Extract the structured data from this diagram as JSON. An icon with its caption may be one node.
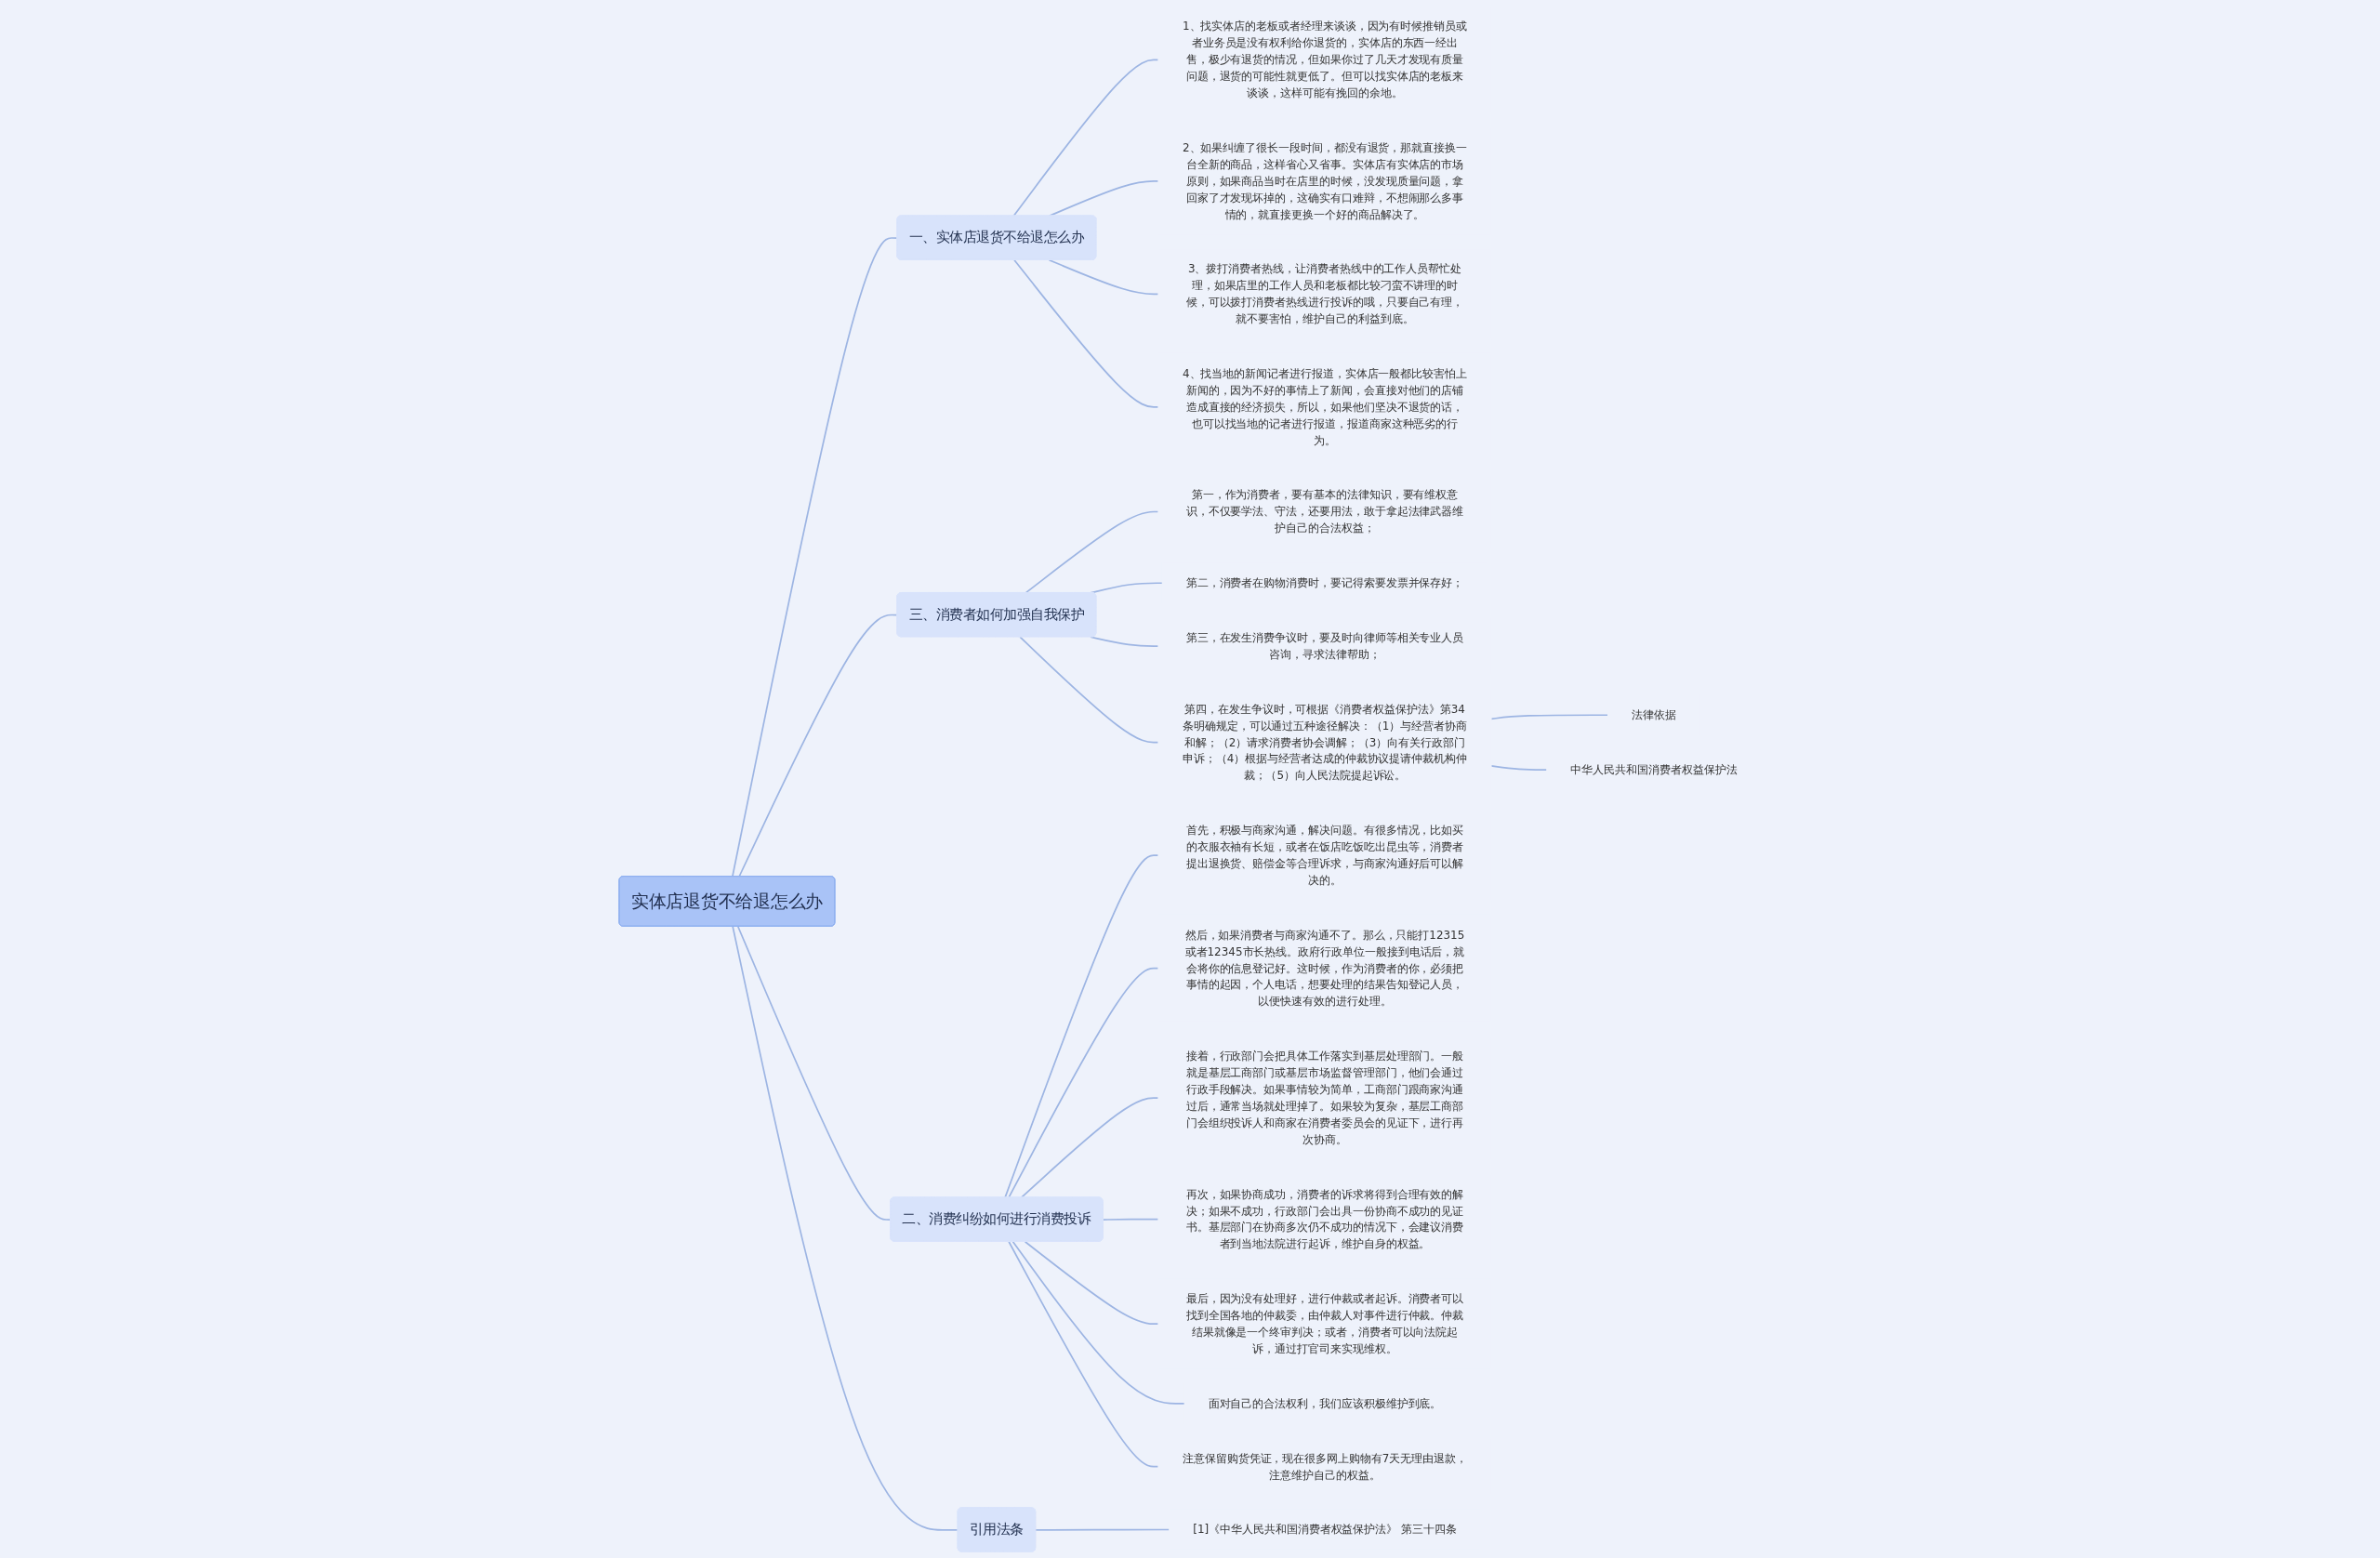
{
  "diagram": {
    "nodes": [
      {
        "text": [
          "实体店退货不给退怎么办"
        ]
      },
      {
        "text": [
          "一、实体店退货不给退怎么办"
        ]
      },
      {
        "text": [
          "1、找实体店的老板或者经理来谈谈，因为有时候推销员或者业务员是没有权利给你退货的，实体店的东西一经出售，极少有退货的情况，但如果你过了几天才发现有质量问题，退货的可能性就更低了。但可以找实体店的老板来谈谈，这样可能有挽回的余地。"
        ]
      },
      {
        "text": [
          "2、如果纠缠了很长一段时间，都没有退货，那就直接换一台全新的商品，这样省心又省事。实体店有实体店的市场原则，如果商品当时在店里的时候，没发现质量问题，拿回家了才发现坏掉的，这确实有口难辩，不想闹那么多事情的，就直接更换一个好的商品解决了。"
        ]
      },
      {
        "text": [
          "3、拨打消费者热线，让消费者热线中的工作人员帮忙处理，如果店里的工作人员和老板都比较刁蛮不讲理的时候，可以拨打消费者热线进行投诉的哦，只要自己有理，就不要害怕，维护自己的利益到底。"
        ]
      },
      {
        "text": [
          "4、找当地的新闻记者进行报道，实体店一般都比较害怕上新闻的，因为不好的事情上了新闻，会直接对他们的店铺造成直接的经济损失，所以，如果他们坚决不退货的话，也可以找当地的记者进行报道，报道商家这种恶劣的行为。"
        ]
      },
      {
        "text": [
          "三、消费者如何加强自我保护"
        ]
      },
      {
        "text": [
          "第一，作为消费者，要有基本的法律知识，要有维权意识，不仅要学法、守法，还要用法，敢于拿起法律武器维护自己的合法权益；"
        ]
      },
      {
        "text": [
          "第二，消费者在购物消费时，要记得索要发票并保存好；"
        ]
      },
      {
        "text": [
          "第三，在发生消费争议时，要及时向律师等相关专业人员咨询，寻求法律帮助；"
        ]
      },
      {
        "text": [
          "第四，在发生争议时，可根据《消费者权益保护法》第34条明确规定，可以通过五种途径解决：（1）与经营者协商和解；（2）请求消费者协会调解；（3）向有关行政部门申诉；（4）根据与经营者达成的仲裁协议提请仲裁机构仲裁；（5）向人民法院提起诉讼。"
        ]
      },
      {
        "text": [
          "法律依据"
        ]
      },
      {
        "text": [
          "中华人民共和国消费者权益保护法"
        ]
      },
      {
        "text": [
          "二、消费纠纷如何进行消费投诉"
        ]
      },
      {
        "text": [
          "首先，积极与商家沟通，解决问题。有很多情况，比如买的衣服衣袖有长短，或者在饭店吃饭吃出昆虫等，消费者提出退换货、赔偿金等合理诉求，与商家沟通好后可以解决的。"
        ]
      },
      {
        "text": [
          "然后，如果消费者与商家沟通不了。那么，只能打12315或者12345市长热线。政府行政单位一般接到电话后，就会将你的信息登记好。这时候，作为消费者的你，必须把事情的起因，个人电话，想要处理的结果告知登记人员，以便快速有效的进行处理。"
        ]
      },
      {
        "text": [
          "接着，行政部门会把具体工作落实到基层处理部门。一般就是基层工商部门或基层市场监督管理部门，他们会通过行政手段解决。如果事情较为简单，工商部门跟商家沟通过后，通常当场就处理掉了。如果较为复杂，基层工商部门会组织投诉人和商家在消费者委员会的见证下，进行再次协商。"
        ]
      },
      {
        "text": [
          "再次，如果协商成功，消费者的诉求将得到合理有效的解决；如果不成功，行政部门会出具一份协商不成功的见证书。基层部门在协商多次仍不成功的情况下，会建议消费者到当地法院进行起诉，维护自身的权益。"
        ]
      },
      {
        "text": [
          "最后，因为没有处理好，进行仲裁或者起诉。消费者可以找到全国各地的仲裁委，由仲裁人对事件进行仲裁。仲裁结果就像是一个终审判决；或者，消费者可以向法院起诉，通过打官司来实现维权。"
        ]
      },
      {
        "text": [
          "面对自己的合法权利，我们应该积极维护到底。"
        ]
      },
      {
        "text": [
          "注意保留购货凭证，现在很多网上购物有7天无理由退款，注意维护自己的权益。"
        ]
      },
      {
        "text": [
          "引用法条"
        ]
      },
      {
        "text": [
          "[1]《中华人民共和国消费者权益保护法》 第三十四条"
        ]
      }
    ],
    "edges": [
      {
        "from": 0,
        "to": 1,
        "arrow": "none"
      },
      {
        "from": 1,
        "to": 2,
        "arrow": "none"
      },
      {
        "from": 1,
        "to": 3,
        "arrow": "none"
      },
      {
        "from": 1,
        "to": 4,
        "arrow": "none"
      },
      {
        "from": 1,
        "to": 5,
        "arrow": "none"
      },
      {
        "from": 0,
        "to": 6,
        "arrow": "none"
      },
      {
        "from": 6,
        "to": 7,
        "arrow": "none"
      },
      {
        "from": 6,
        "to": 8,
        "arrow": "none"
      },
      {
        "from": 6,
        "to": 9,
        "arrow": "none"
      },
      {
        "from": 6,
        "to": 10,
        "arrow": "none"
      },
      {
        "from": 10,
        "to": 11,
        "arrow": "none"
      },
      {
        "from": 10,
        "to": 12,
        "arrow": "none"
      },
      {
        "from": 0,
        "to": 13,
        "arrow": "none"
      },
      {
        "from": 13,
        "to": 14,
        "arrow": "none"
      },
      {
        "from": 13,
        "to": 15,
        "arrow": "none"
      },
      {
        "from": 13,
        "to": 16,
        "arrow": "none"
      },
      {
        "from": 13,
        "to": 17,
        "arrow": "none"
      },
      {
        "from": 13,
        "to": 18,
        "arrow": "none"
      },
      {
        "from": 13,
        "to": 19,
        "arrow": "none"
      },
      {
        "from": 13,
        "to": 20,
        "arrow": "none"
      },
      {
        "from": 0,
        "to": 21,
        "arrow": "none"
      },
      {
        "from": 21,
        "to": 22,
        "arrow": "none"
      }
    ]
  }
}
